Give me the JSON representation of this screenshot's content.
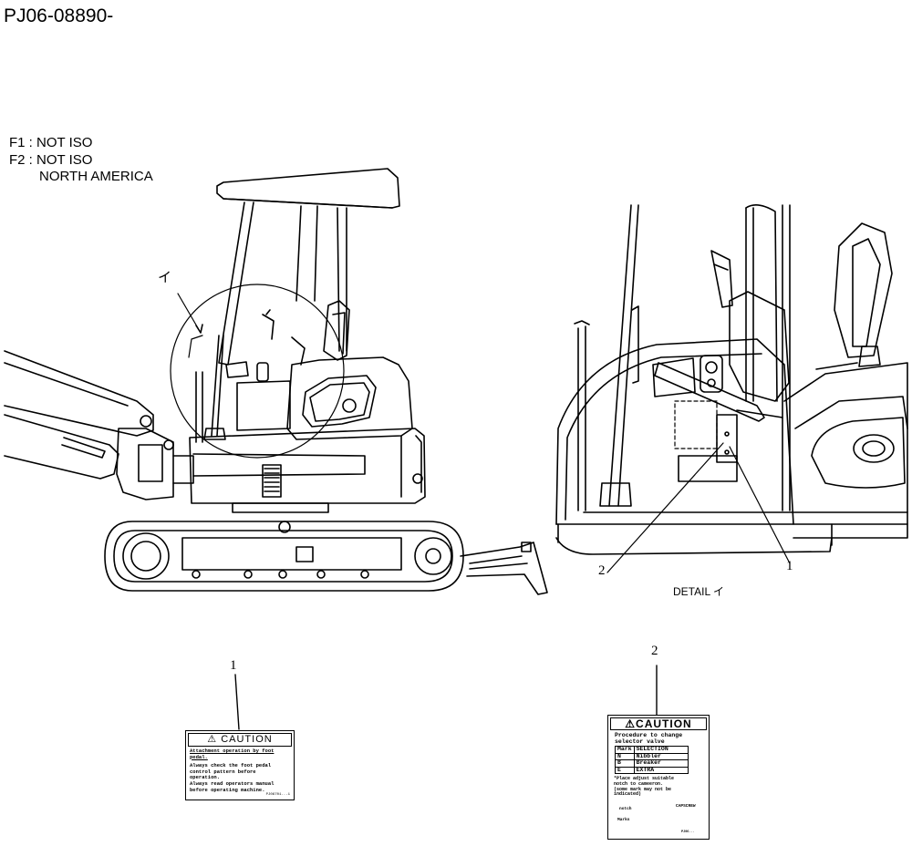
{
  "document_id": "PJ06-08890-",
  "notes": {
    "f1": "F1 : NOT ISO",
    "f2": "F2 : NOT ISO",
    "f2_cont": "NORTH AMERICA"
  },
  "callout_main": "イ",
  "detail_label": "DETAIL イ",
  "part_numbers": {
    "p1_detail": "1",
    "p2_detail": "2",
    "p1_label": "1",
    "p2_label": "2"
  },
  "label1": {
    "title": "⚠ CAUTION",
    "heading": "Attachment operation by foot pedal.",
    "lines": [
      "Always check the foot pedal",
      "control pattern before",
      "operation.",
      "Always read operators manual",
      "before operating machine."
    ],
    "code": "PJ06701...1"
  },
  "label2": {
    "title": "⚠CAUTION",
    "lines": [
      "Procedure to change",
      "selector valve"
    ],
    "table_header": [
      "Mark",
      "SELECTION"
    ],
    "table_rows": [
      [
        "N",
        "Nibbler"
      ],
      [
        "B",
        "Breaker"
      ],
      [
        "E",
        "EXTRA"
      ]
    ],
    "notes": [
      "*Place adjust suitable",
      "notch to cameeron.",
      "(some mark may not be",
      "indicated)"
    ],
    "tag_notch": "notch",
    "tag_capscrew": "CAPSCREW",
    "tag_marks": "Marks",
    "code": "PJ06..."
  }
}
